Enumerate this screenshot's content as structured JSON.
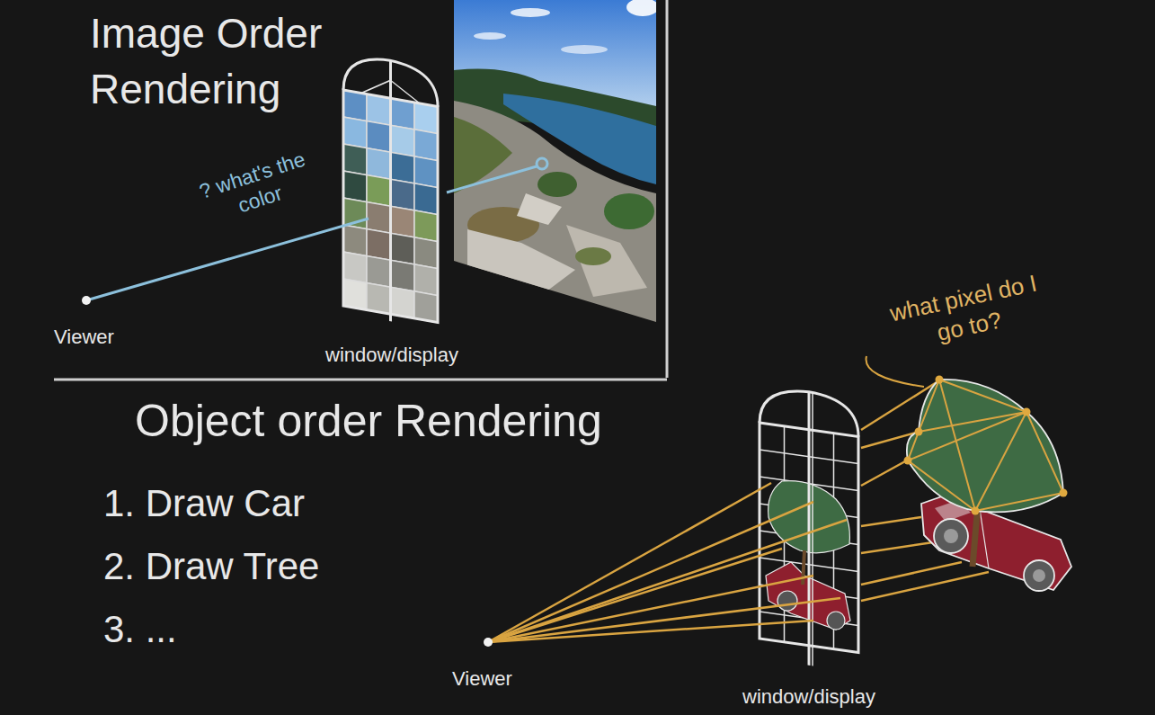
{
  "diagram": {
    "labels": [
      "Image Order Rendering",
      "? what's the color",
      "Viewer",
      "window/display",
      "Object order Rendering",
      "1. Draw Car",
      "2. Draw Tree",
      "3. ...",
      "what pixel do I go to?",
      "Viewer",
      "window/display"
    ]
  }
}
